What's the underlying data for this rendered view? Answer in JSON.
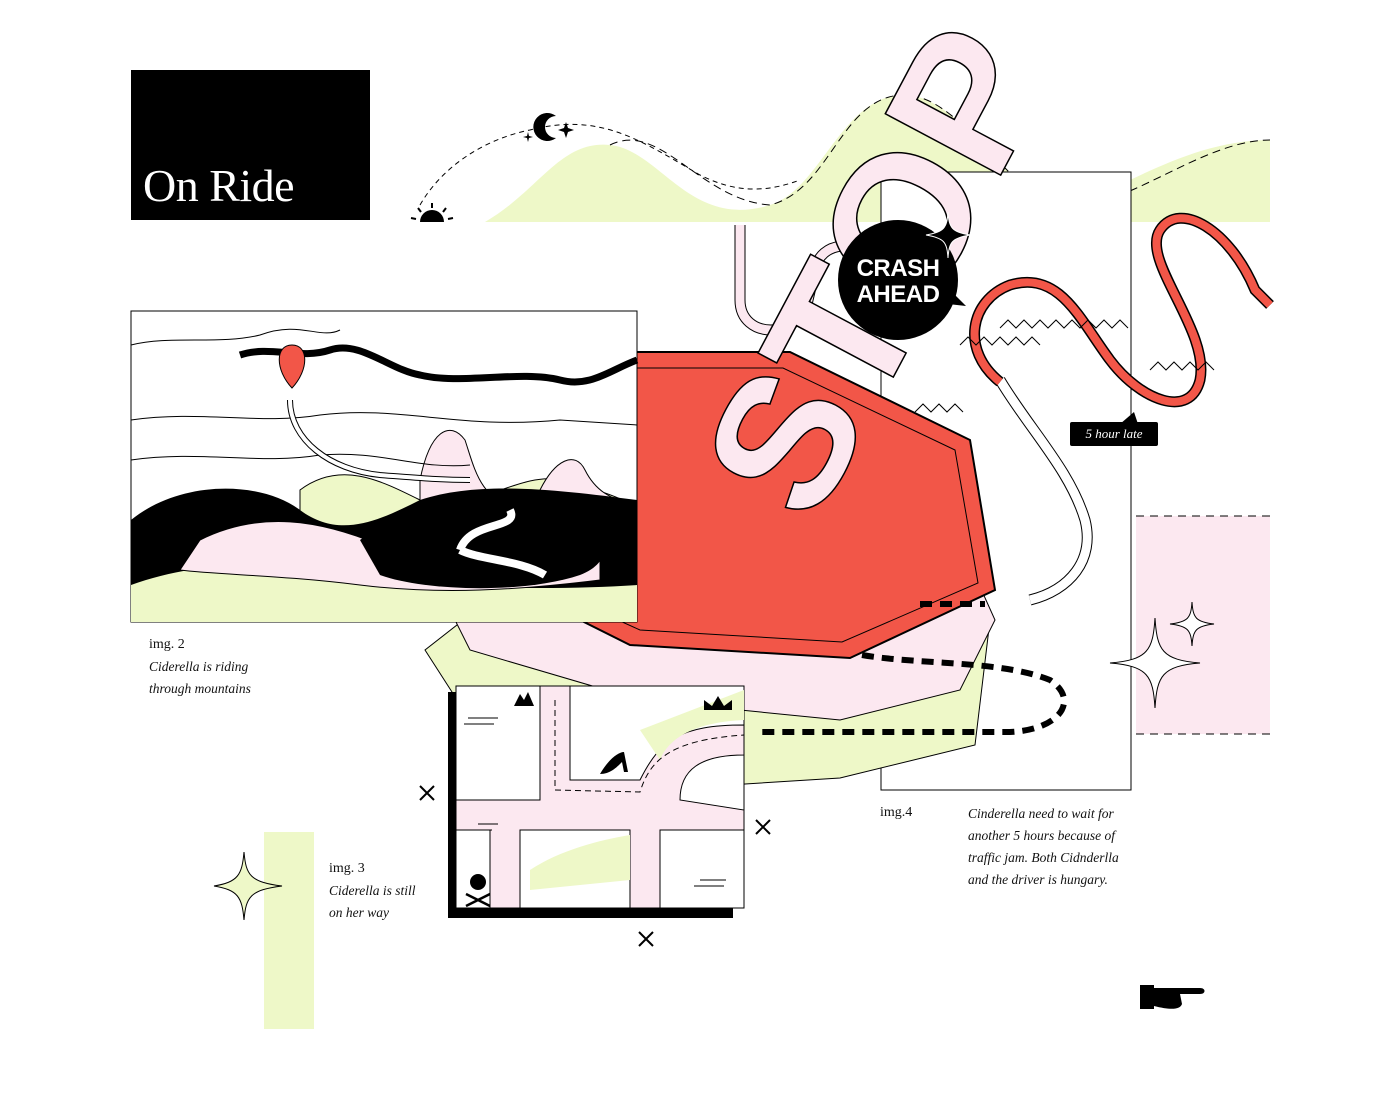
{
  "header": {
    "title": "On Ride"
  },
  "badge": {
    "line1": "CRASH",
    "line2": "AHEAD"
  },
  "stop_sign": {
    "text": "STOP"
  },
  "tag": {
    "text": "5 hour late"
  },
  "captions": {
    "img2": {
      "label": "img. 2",
      "line1": "Ciderella is riding",
      "line2": "through mountains"
    },
    "img3": {
      "label": "img. 3",
      "line1": "Ciderella is still",
      "line2": "on her way"
    },
    "img4": {
      "label": "img.4",
      "line1": "Cinderella need to wait for",
      "line2": "another 5 hours because of",
      "line3": "traffic jam. Both Cidnderlla",
      "line4": "and the driver is hungary."
    }
  },
  "colors": {
    "accent_red": "#f25648",
    "lime": "#eef8c8",
    "pink": "#fce8f0",
    "black": "#000000"
  },
  "icons": [
    "sun-icon",
    "moon-icon",
    "sparkle-icon",
    "crown-icon",
    "skull-icon",
    "high-heel-icon",
    "mountain-icon",
    "pointing-hand-icon",
    "location-pin-icon",
    "x-mark-icon"
  ]
}
